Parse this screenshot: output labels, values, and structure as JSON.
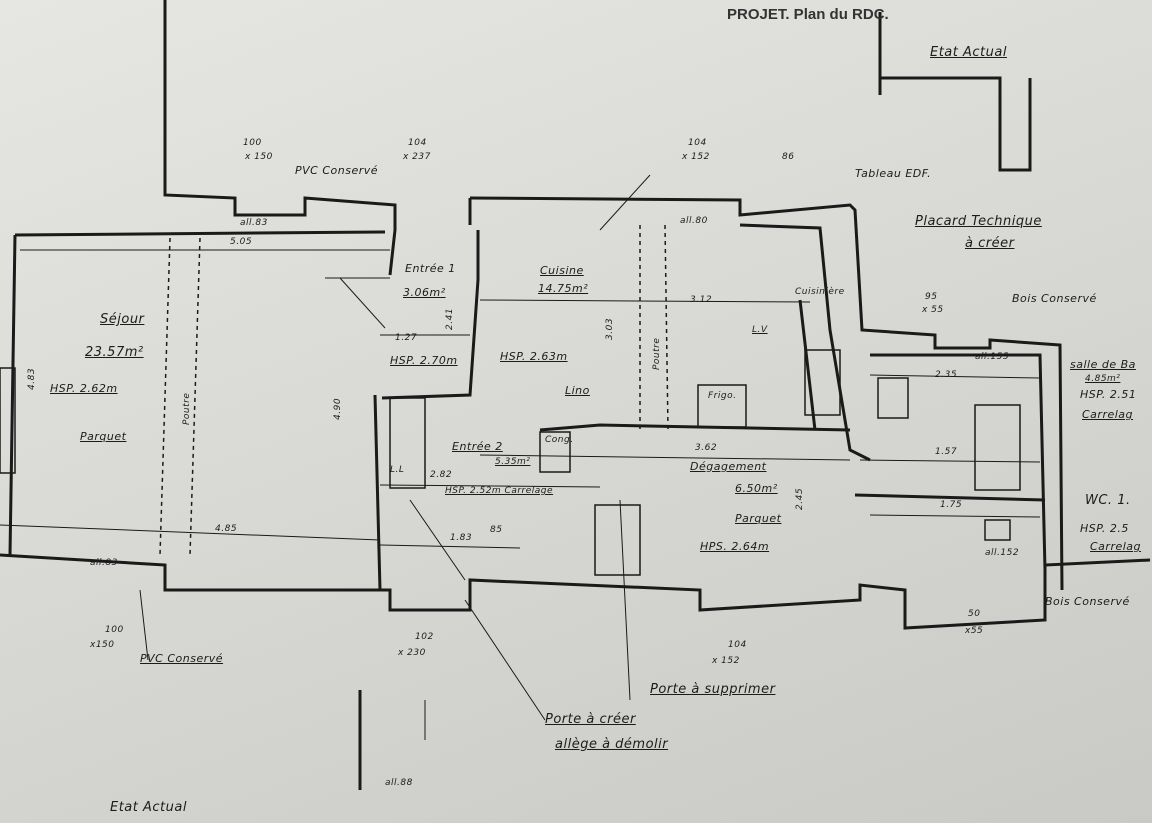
{
  "header": {
    "title": "PROJET. Plan du RDC."
  },
  "labels": {
    "etat_actual_top": "Etat Actual",
    "etat_actual_bottom": "Etat Actual",
    "w1_w": "100",
    "w1_h": "x 150",
    "w2_w": "104",
    "w2_h": "x 237",
    "w3_w": "104",
    "w3_h": "x 152",
    "d86": "86",
    "pvc_top": "PVC Conservé",
    "tableau_edf": "Tableau EDF.",
    "all83_top": "all.83",
    "all80": "all.80",
    "d505": "5.05",
    "placard1": "Placard Technique",
    "placard2": "à créer",
    "entree1": "Entrée 1",
    "entree1_area": "3.06m²",
    "d127": "1.27",
    "entree1_hsp": "HSP. 2.70m",
    "d241": "2.41",
    "cuisine": "Cuisine",
    "cuisine_area": "14.75m²",
    "cuisine_hsp": "HSP. 2.63m",
    "cuisine_floor": "Lino",
    "d312": "3.12",
    "cuisiniere": "Cuisinière",
    "lv": "L.V",
    "frigo": "Frigo.",
    "d303": "3.03",
    "poutre2": "Poutre",
    "bois_top": "Bois Conservé",
    "w95": "95",
    "w95h": "x 55",
    "sejour": "Séjour",
    "sejour_area": "23.57m²",
    "sejour_hsp": "HSP. 2.62m",
    "sejour_floor": "Parquet",
    "poutre1": "Poutre",
    "d490": "4.90",
    "d483": "4.83",
    "d485": "4.85",
    "sdb": "salle de Ba",
    "sdb_area": "4.85m²",
    "sdb_hsp": "HSP. 2.51",
    "sdb_floor": "Carrelag",
    "d235": "2.35",
    "d157": "1.57",
    "all155": "all.155",
    "entree2": "Entrée 2",
    "entree2_area": "5.35m²",
    "cong": "Cong.",
    "d282": "2.82",
    "entree2_hsp": "HSP. 2.52m Carrelage",
    "ll": "L.L",
    "d183": "1.83",
    "d85": "85",
    "d362": "3.62",
    "degagement": "Dégagement",
    "degagement_area": "6.50m²",
    "degagement_floor": "Parquet",
    "degagement_hps": "HPS. 2.64m",
    "d245": "2.45",
    "d175": "1.75",
    "wc": "WC. 1.",
    "wc_hsp": "HSP. 2.5",
    "wc_floor": "Carrelag",
    "all83_bottom": "all.83",
    "all152": "all.152",
    "w4_w": "100",
    "w4_h": "x150",
    "pvc_bottom": "PVC Conservé",
    "w5_w": "102",
    "w5_h": "x 230",
    "w6_w": "104",
    "w6_h": "x 152",
    "w7_w": "50",
    "w7_h": "x55",
    "bois_bottom": "Bois Conservé",
    "porte_supprimer": "Porte à supprimer",
    "porte_creer": "Porte à créer",
    "allege": "allège à démolir",
    "all88": "all.88"
  }
}
